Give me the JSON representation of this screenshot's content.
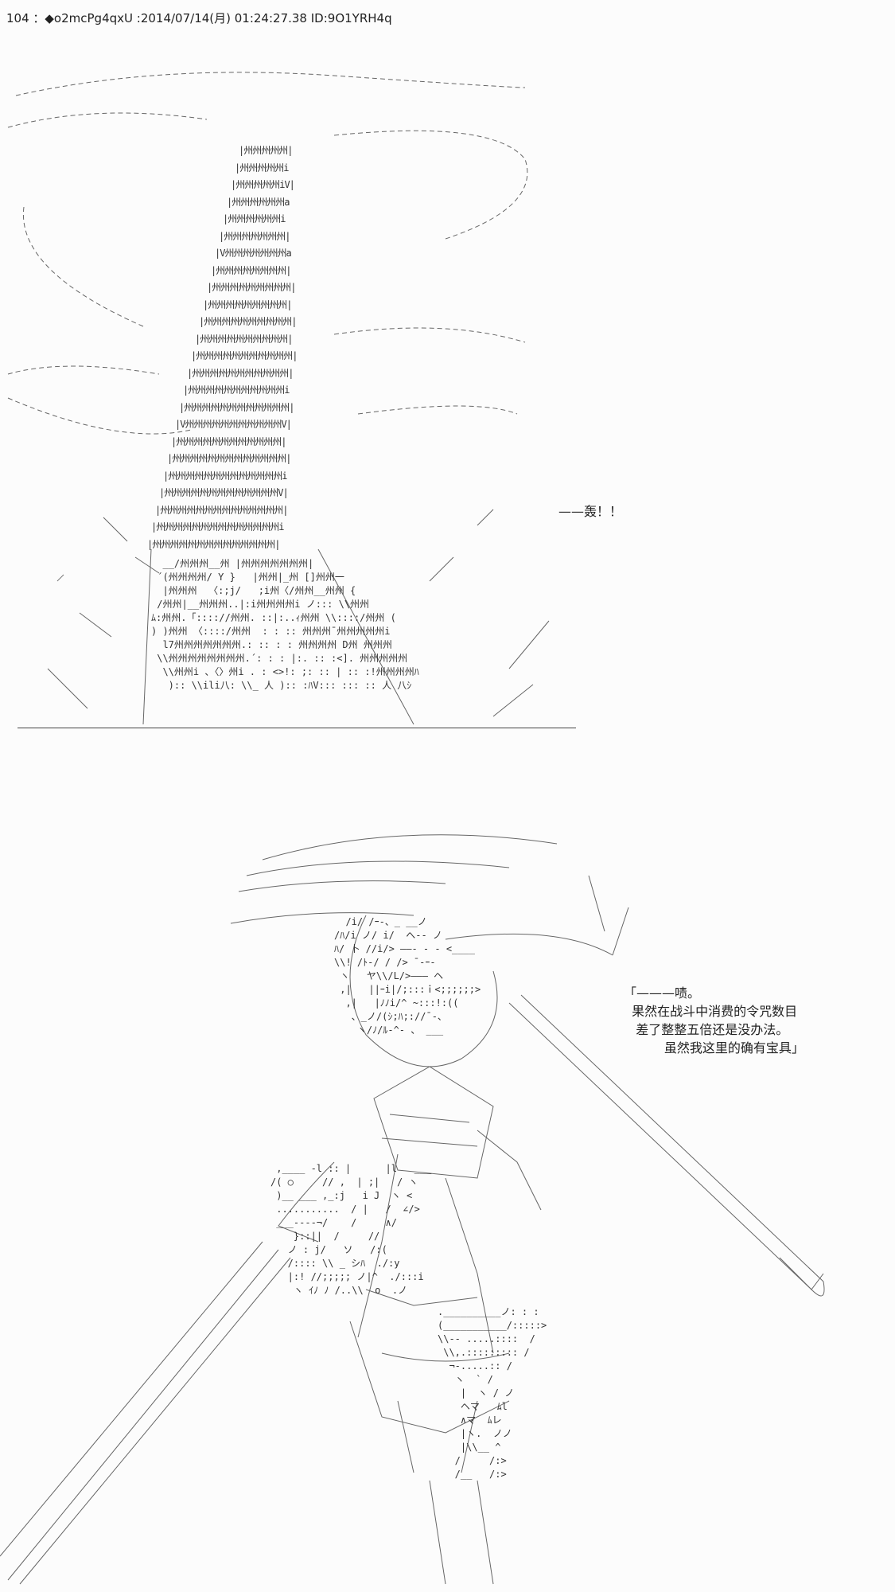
{
  "post": {
    "header": "104 ：◆o2mcPg4qxU :2014/07/14(月) 01:24:27.38 ID:9O1YRH4q"
  },
  "tower": {
    "rows": [
      "|州州州州州|",
      "|州州州州州i",
      "|州州州州州iV|",
      "|州州州州州州a",
      "|州州州州州州i",
      "|州州州州州州州|",
      "|V州州州州州州州a",
      "|州州州州州州州州|",
      "|州州州州州州州州州|",
      "|州州州州州州州州州|",
      "|州州州州州州州州州州|",
      "|州州州州州州州州州州|",
      "|州州州州州州州州州州州|",
      "|州州州州州州州州州州州|",
      "|州州州州州州州州州州州i",
      "|州州州州州州州州州州州州|",
      "|V州州州州州州州州州州州V|",
      "|州州州州州州州州州州州州|",
      "|州州州州州州州州州州州州州|",
      "|州州州州州州州州州州州州州i",
      "|州州州州州州州州州州州州州V|",
      "|州州州州州州州州州州州州州州|",
      "|州州州州州州州州州州州州州州i",
      "|州州州州州州州州州州州州州州|"
    ]
  },
  "explosion_text": "——轰！！",
  "speech": {
    "lines": [
      "「———啧。",
      "  果然在战斗中消费的令咒数目",
      "   差了整整五倍还是没办法。",
      "",
      "          虽然我这里的确有宝具」"
    ]
  }
}
